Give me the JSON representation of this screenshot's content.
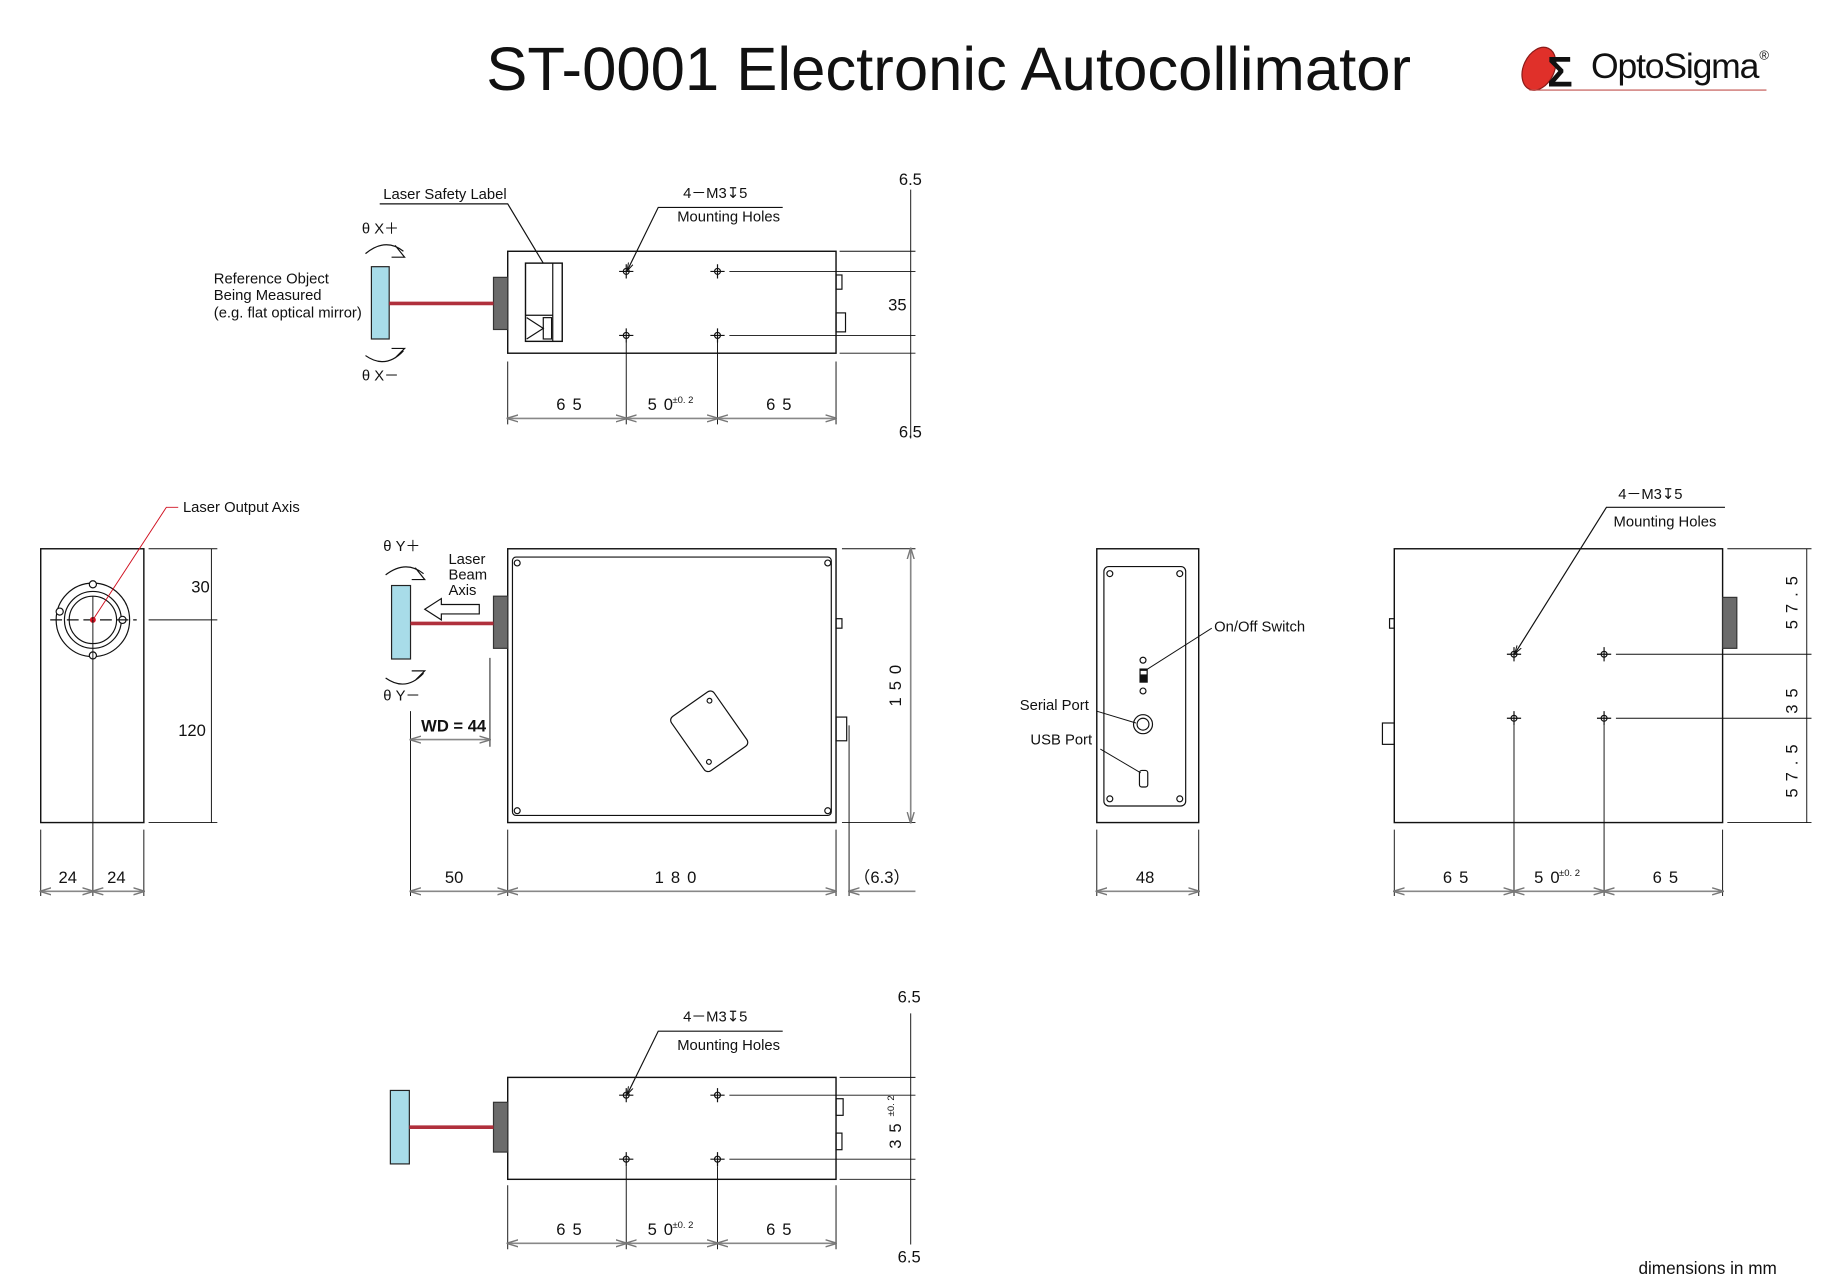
{
  "title": "ST-0001 Electronic Autocollimator",
  "logo": {
    "brand": "OptoSigma",
    "mark": "®",
    "colors": {
      "red": "#e0302a",
      "dark": "#1a1a1a"
    }
  },
  "colors": {
    "beam": "#b0303c",
    "mirror": "#a8dce9",
    "laser_head": "#6b6b6b",
    "dimension_line": "#888888"
  },
  "top_view": {
    "safety_label": "Laser Safety Label",
    "holes_spec": "4－M3↧5",
    "holes_label": "Mounting Holes",
    "theta_plus": "θ X＋",
    "theta_minus": "θ X－",
    "ref_object": [
      "Reference Object",
      "Being Measured",
      "(e.g. flat optical mirror)"
    ],
    "dims": {
      "top": "6.5",
      "height": "35",
      "bottom": "6.5",
      "left": "6 5",
      "center": "5 0",
      "center_tol": "±0. 2",
      "right": "6 5"
    }
  },
  "front_view": {
    "axis_label": "Laser Output Axis",
    "dims": {
      "top": "30",
      "bottom": "120",
      "left": "24",
      "right": "24"
    }
  },
  "side_view": {
    "theta_plus": "θ Y＋",
    "theta_minus": "θ Y－",
    "beam_label": [
      "Laser",
      "Beam",
      "Axis"
    ],
    "wd": "WD = 44",
    "dims": {
      "offset": "50",
      "length": "1 8 0",
      "connector": "（6.3）",
      "height": "1 5 0"
    }
  },
  "rear_view": {
    "switch_label": "On/Off Switch",
    "serial_label": "Serial Port",
    "usb_label": "USB Port",
    "dims": {
      "width": "48"
    }
  },
  "bottom_view": {
    "holes_spec": "4－M3↧5",
    "holes_label": "Mounting Holes",
    "dims": {
      "top": "5 7 . 5",
      "middle": "3 5",
      "bottom": "5 7 . 5",
      "left": "6 5",
      "center": "5 0",
      "center_tol": "±0. 2",
      "right": "6 5"
    }
  },
  "top_view_2": {
    "holes_spec": "4－M3↧5",
    "holes_label": "Mounting Holes",
    "dims": {
      "top": "6.5",
      "height": "3 5",
      "height_tol": "±0. 2",
      "bottom": "6.5",
      "left": "6 5",
      "center": "5 0",
      "center_tol": "±0. 2",
      "right": "6 5"
    }
  },
  "units_note": "dimensions in mm"
}
